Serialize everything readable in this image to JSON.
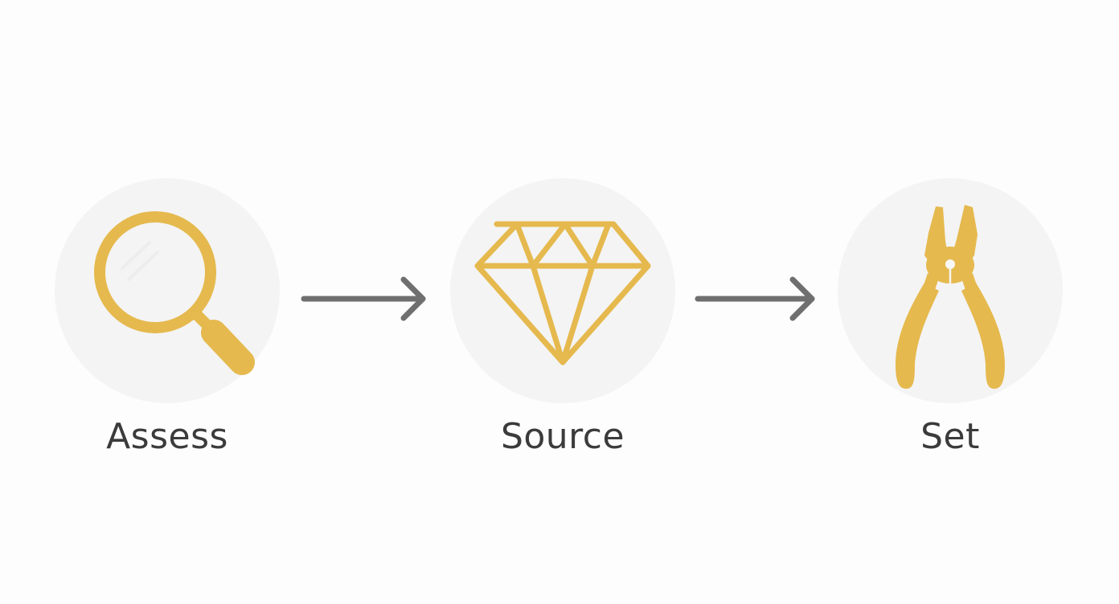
{
  "colors": {
    "accent": "#e5b94e",
    "arrow": "#6f6f6f",
    "label": "#3b3b3b",
    "circle_bg": "#f4f4f4",
    "background": "#fdfdfd"
  },
  "steps": [
    {
      "label": "Assess",
      "icon": "magnifying-glass-icon"
    },
    {
      "label": "Source",
      "icon": "diamond-icon"
    },
    {
      "label": "Set",
      "icon": "pliers-icon"
    }
  ],
  "connectors": [
    {
      "icon": "arrow-right-icon"
    },
    {
      "icon": "arrow-right-icon"
    }
  ]
}
